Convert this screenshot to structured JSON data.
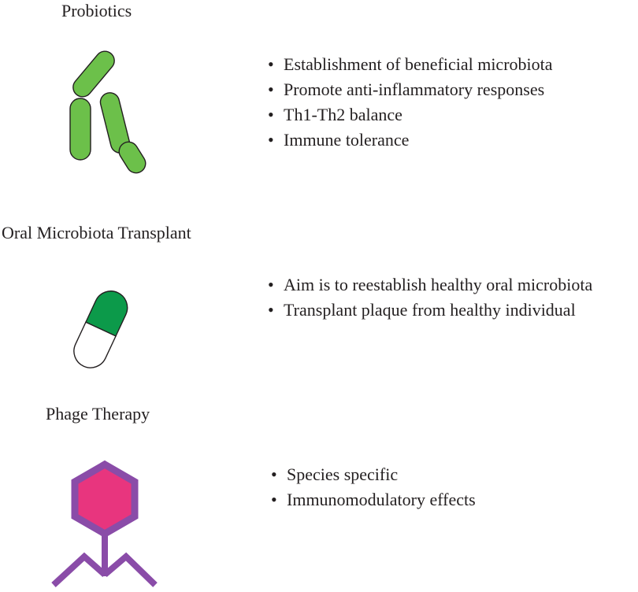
{
  "sections": [
    {
      "title": "Probiotics",
      "icon": "bacteria-icon",
      "color": "#6cc04a",
      "bullets": [
        "Establishment of beneficial microbiota",
        "Promote anti-inflammatory responses",
        "Th1-Th2 balance",
        "Immune tolerance"
      ]
    },
    {
      "title": "Oral Microbiota Transplant",
      "icon": "capsule-icon",
      "color": "#0c9a4a",
      "bullets": [
        "Aim is to reestablish healthy oral microbiota",
        "Transplant plaque from healthy individual"
      ]
    },
    {
      "title": "Phage Therapy",
      "icon": "bacteriophage-icon",
      "color": "#e8357e",
      "accent_color": "#8a4ca8",
      "bullets": [
        "Species specific",
        "Immunomodulatory effects"
      ]
    }
  ],
  "bullet_glyph": "•"
}
